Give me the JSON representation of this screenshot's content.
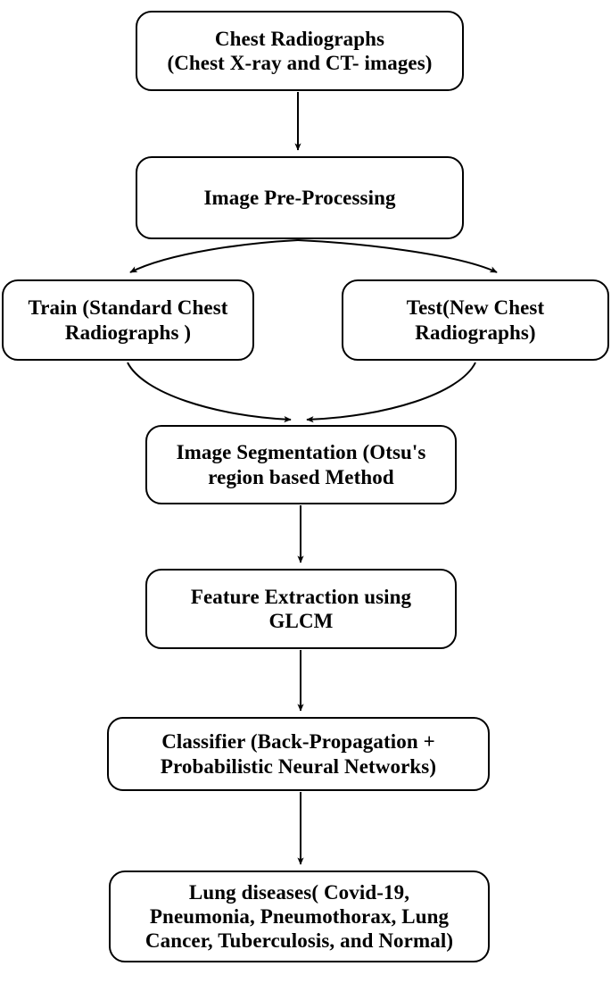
{
  "diagram": {
    "type": "flowchart",
    "orientation": "top-to-bottom",
    "background_color": "#ffffff",
    "stroke_color": "#000000",
    "text_color": "#000000",
    "nodes": [
      {
        "id": "source",
        "label": "Chest Radiographs\n(Chest X-ray and CT- images)",
        "shape": "rounded-rectangle"
      },
      {
        "id": "preprocess",
        "label": "Image Pre-Processing",
        "shape": "rounded-rectangle"
      },
      {
        "id": "train",
        "label": "Train (Standard Chest\nRadiographs )",
        "shape": "rounded-rectangle"
      },
      {
        "id": "test",
        "label": "Test(New Chest\nRadiographs)",
        "shape": "rounded-rectangle"
      },
      {
        "id": "segment",
        "label": "Image Segmentation (Otsu's\nregion based Method",
        "shape": "rounded-rectangle"
      },
      {
        "id": "feature",
        "label": "Feature Extraction using\nGLCM",
        "shape": "rounded-rectangle"
      },
      {
        "id": "classifier",
        "label": "Classifier (Back-Propagation +\nProbabilistic Neural Networks)",
        "shape": "rounded-rectangle"
      },
      {
        "id": "output",
        "label": "Lung diseases( Covid-19,\nPneumonia, Pneumothorax, Lung\nCancer, Tuberculosis, and Normal)",
        "shape": "rounded-rectangle"
      }
    ],
    "edges": [
      {
        "from": "source",
        "to": "preprocess",
        "style": "straight",
        "arrow": "end"
      },
      {
        "from": "preprocess",
        "to": "train",
        "style": "curved",
        "arrow": "end"
      },
      {
        "from": "preprocess",
        "to": "test",
        "style": "curved",
        "arrow": "end"
      },
      {
        "from": "train",
        "to": "segment",
        "style": "curved",
        "arrow": "end"
      },
      {
        "from": "test",
        "to": "segment",
        "style": "curved",
        "arrow": "end"
      },
      {
        "from": "segment",
        "to": "feature",
        "style": "straight",
        "arrow": "end"
      },
      {
        "from": "feature",
        "to": "classifier",
        "style": "straight",
        "arrow": "end"
      },
      {
        "from": "classifier",
        "to": "output",
        "style": "straight",
        "arrow": "end"
      }
    ]
  }
}
